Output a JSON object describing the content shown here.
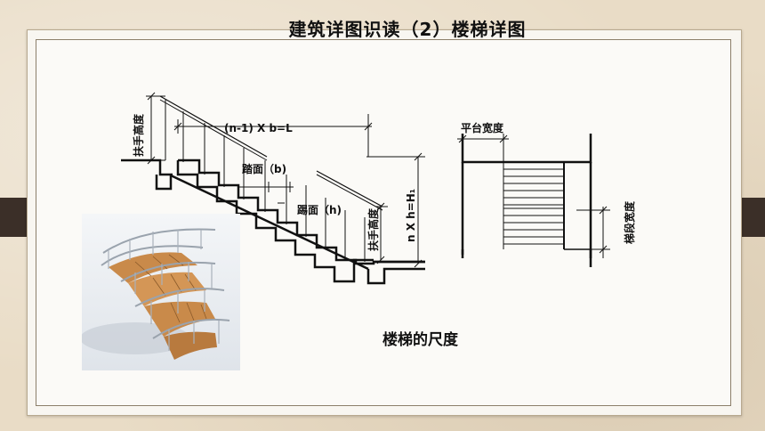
{
  "slide": {
    "title": "建筑详图识读（2）楼梯详图",
    "caption": "楼梯的尺度"
  },
  "section_drawing": {
    "handrail_height_left": "扶手高度",
    "horizontal_dimension": "(n-1) X b=L",
    "tread_label": "踏面（b)",
    "riser_label": "踢面（h)",
    "handrail_height_right": "扶手高度",
    "vertical_dimension": "n X h=H₁"
  },
  "plan_drawing": {
    "landing_width": "平台宽度",
    "flight_width": "梯段宽度"
  },
  "photo": {
    "icon": "spiral-stair-photo"
  },
  "colors": {
    "background": "#e9dcc6",
    "tab": "#3b2f28",
    "line": "#111111",
    "wood": "#c98a4a"
  }
}
